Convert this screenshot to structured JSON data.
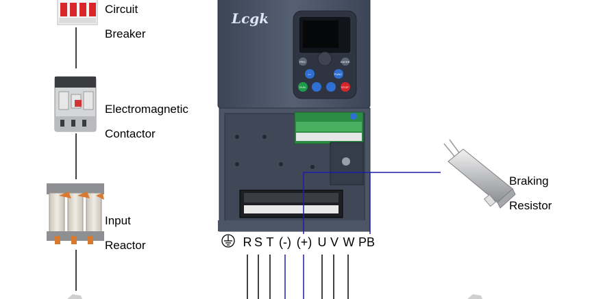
{
  "components": {
    "breaker": {
      "line1": "Circuit",
      "line2": "Breaker"
    },
    "contactor": {
      "line1": "Electromagnetic",
      "line2": "Contactor"
    },
    "reactor": {
      "line1": "Input",
      "line2": "Reactor"
    },
    "resistor": {
      "line1": "Braking",
      "line2": "Resistor"
    }
  },
  "vfd": {
    "brand": "Lcgk",
    "keys": [
      "PRG",
      "ENTER",
      ">>",
      "FUNC",
      "RUN",
      "STOP"
    ]
  },
  "terminals": [
    "R",
    "S",
    "T",
    "(-)",
    "(+)",
    "U",
    "V",
    "W",
    "PB"
  ],
  "colors": {
    "drive_body": "#4a5466",
    "wire_main": "#000000",
    "wire_dc": "#1c1ca8",
    "terminal_green": "#2f9a4a",
    "stop_red": "#d3262a",
    "run_green": "#1f9c4a",
    "key_blue": "#2f6fd1"
  }
}
